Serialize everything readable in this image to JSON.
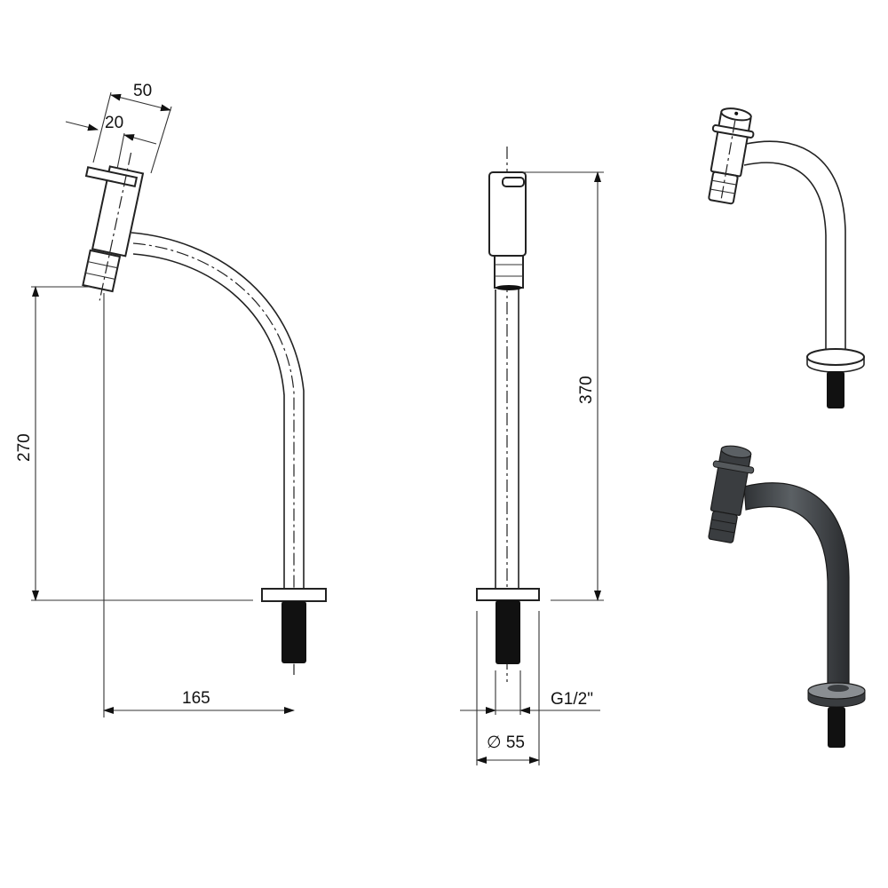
{
  "drawing": {
    "dimensions": {
      "head_offset_50": "50",
      "head_offset_20": "20",
      "spout_height": "270",
      "spout_reach": "165",
      "total_height": "370",
      "base_diameter": "∅ 55",
      "thread": "G1/2\""
    },
    "views": [
      {
        "name": "side-view",
        "label": ""
      },
      {
        "name": "front-view",
        "label": ""
      },
      {
        "name": "iso-line-view",
        "label": ""
      },
      {
        "name": "iso-shaded-view",
        "label": ""
      }
    ],
    "colors": {
      "line": "#222222",
      "shaded_body": "#3a3d40",
      "shaded_highlight": "#6b7074",
      "thread": "#111111",
      "base_plate_shaded": "#8a8e92"
    }
  }
}
